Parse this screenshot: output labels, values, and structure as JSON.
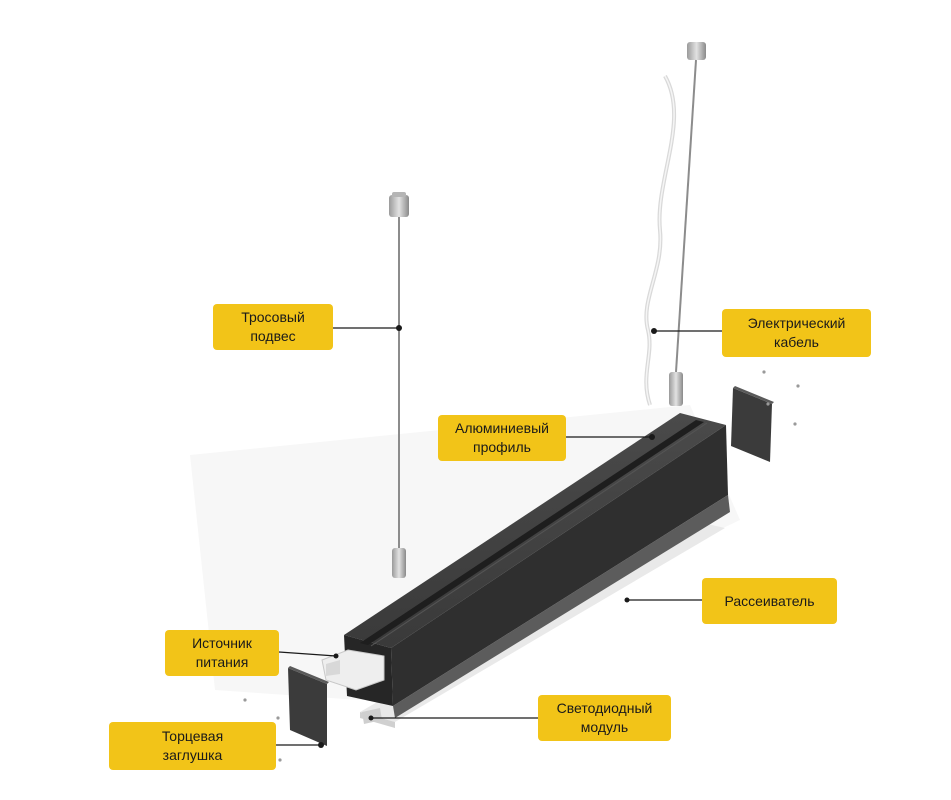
{
  "callouts": {
    "cable_suspension": "Тросовый\nподвес",
    "electric_cable": "Электрический\nкабель",
    "aluminum_profile": "Алюминиевый\nпрофиль",
    "diffuser": "Рассеиватель",
    "power_supply": "Источник\nпитания",
    "led_module": "Светодиодный\nмодуль",
    "end_cap": "Торцевая\nзаглушка"
  },
  "colors": {
    "callout_bg": "#f2c418",
    "profile_dark": "#3a3a3a",
    "leader_line": "#1a1a1a"
  }
}
